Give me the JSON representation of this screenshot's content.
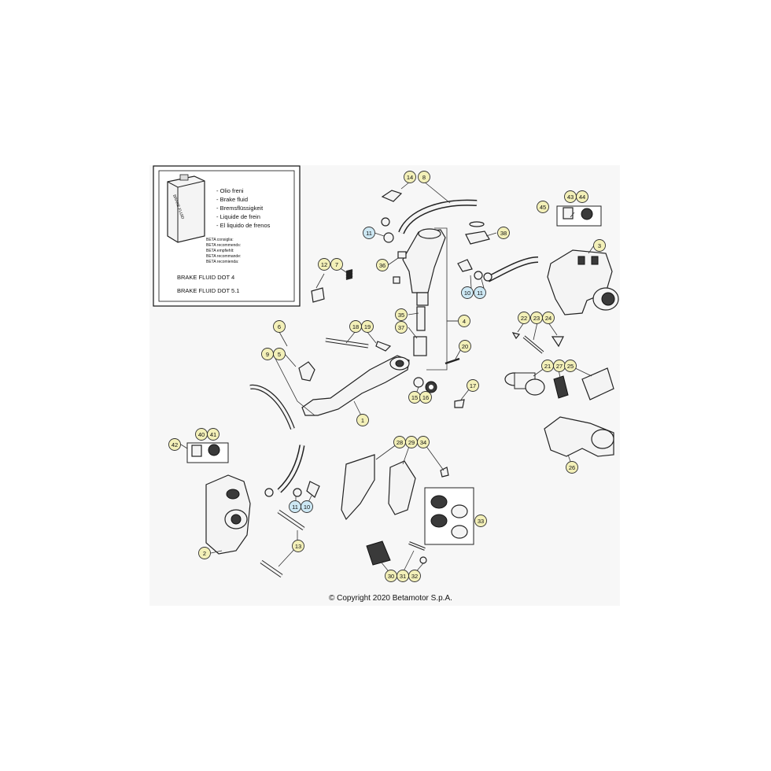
{
  "legend_box": {
    "lines": [
      "- Olio freni",
      "- Brake fluid",
      "- Bremsflüssigkeit",
      "- Liquide de frein",
      "- El liquido de frenos"
    ],
    "recommend": [
      "BETA consiglia:",
      "BETA recommends:",
      "BETA empfiehlt:",
      "BETA recommande:",
      "BETA recomienda:"
    ],
    "dot4": "BRAKE FLUID DOT 4",
    "dot51": "BRAKE FLUID DOT 5.1",
    "can_label": "BRAKE FLUID"
  },
  "copyright": "© Copyright 2020 Betamotor S.p.A.",
  "colors": {
    "callout_fill": "#f3f0b8",
    "callout_highlight": "#cde8f4",
    "line": "#222222"
  },
  "callouts": [
    {
      "id": "c14",
      "label": "14",
      "hl": false
    },
    {
      "id": "c8",
      "label": "8",
      "hl": false
    },
    {
      "id": "c11a",
      "label": "11",
      "hl": true
    },
    {
      "id": "c36",
      "label": "36",
      "hl": false
    },
    {
      "id": "c38",
      "label": "38",
      "hl": false
    },
    {
      "id": "c43",
      "label": "43",
      "hl": false
    },
    {
      "id": "c44",
      "label": "44",
      "hl": false
    },
    {
      "id": "c45",
      "label": "45",
      "hl": false
    },
    {
      "id": "c3",
      "label": "3",
      "hl": false
    },
    {
      "id": "c10a",
      "label": "10",
      "hl": true
    },
    {
      "id": "c11b",
      "label": "11",
      "hl": true
    },
    {
      "id": "c12",
      "label": "12",
      "hl": false
    },
    {
      "id": "c7",
      "label": "7",
      "hl": false
    },
    {
      "id": "c35",
      "label": "35",
      "hl": false
    },
    {
      "id": "c37",
      "label": "37",
      "hl": false
    },
    {
      "id": "c4",
      "label": "4",
      "hl": false
    },
    {
      "id": "c22",
      "label": "22",
      "hl": false
    },
    {
      "id": "c23",
      "label": "23",
      "hl": false
    },
    {
      "id": "c24",
      "label": "24",
      "hl": false
    },
    {
      "id": "c6",
      "label": "6",
      "hl": false
    },
    {
      "id": "c18",
      "label": "18",
      "hl": false
    },
    {
      "id": "c19",
      "label": "19",
      "hl": false
    },
    {
      "id": "c20",
      "label": "20",
      "hl": false
    },
    {
      "id": "c9",
      "label": "9",
      "hl": false
    },
    {
      "id": "c5",
      "label": "5",
      "hl": false
    },
    {
      "id": "c21",
      "label": "21",
      "hl": false
    },
    {
      "id": "c27",
      "label": "27",
      "hl": false
    },
    {
      "id": "c25",
      "label": "25",
      "hl": false
    },
    {
      "id": "c17",
      "label": "17",
      "hl": false
    },
    {
      "id": "c15",
      "label": "15",
      "hl": false
    },
    {
      "id": "c16",
      "label": "16",
      "hl": false
    },
    {
      "id": "c1",
      "label": "1",
      "hl": false
    },
    {
      "id": "c26",
      "label": "26",
      "hl": false
    },
    {
      "id": "c42",
      "label": "42",
      "hl": false
    },
    {
      "id": "c40",
      "label": "40",
      "hl": false
    },
    {
      "id": "c41",
      "label": "41",
      "hl": false
    },
    {
      "id": "c28",
      "label": "28",
      "hl": false
    },
    {
      "id": "c29",
      "label": "29",
      "hl": false
    },
    {
      "id": "c34",
      "label": "34",
      "hl": false
    },
    {
      "id": "c11c",
      "label": "11",
      "hl": true
    },
    {
      "id": "c10b",
      "label": "10",
      "hl": true
    },
    {
      "id": "c33",
      "label": "33",
      "hl": false
    },
    {
      "id": "c13",
      "label": "13",
      "hl": false
    },
    {
      "id": "c2",
      "label": "2",
      "hl": false
    },
    {
      "id": "c30",
      "label": "30",
      "hl": false
    },
    {
      "id": "c31",
      "label": "31",
      "hl": false
    },
    {
      "id": "c32",
      "label": "32",
      "hl": false
    }
  ]
}
